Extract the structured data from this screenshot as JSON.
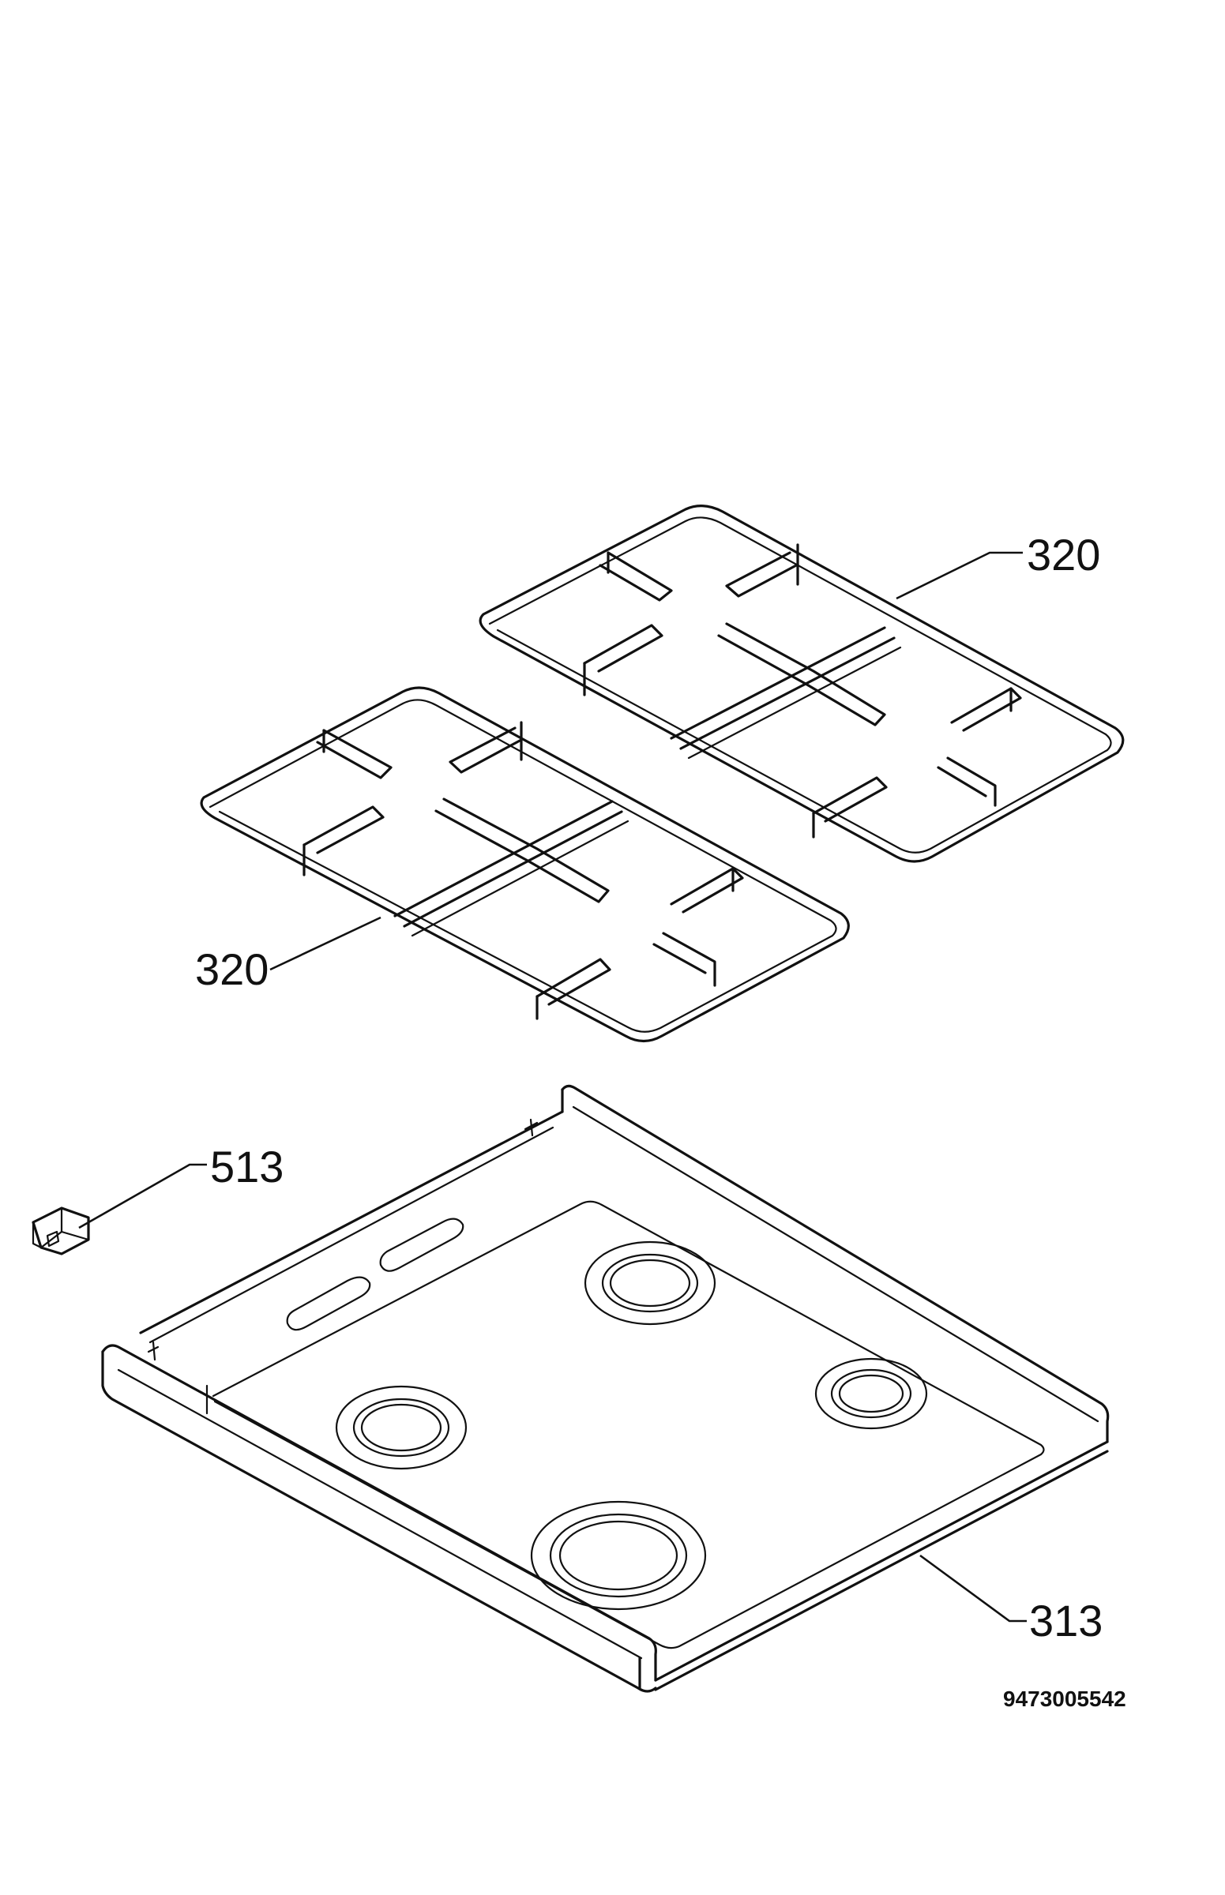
{
  "callouts": {
    "grate_right": "320",
    "grate_left": "320",
    "clip": "513",
    "hob_tray": "313"
  },
  "document_number": "9473005542",
  "colors": {
    "ink": "#111111",
    "paper": "#ffffff"
  }
}
